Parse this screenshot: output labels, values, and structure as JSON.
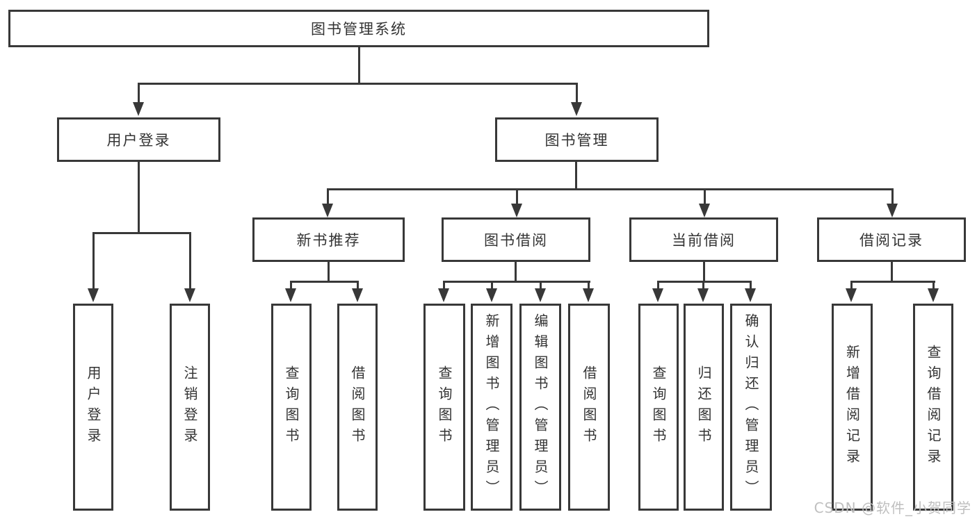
{
  "tree": {
    "label": "图书管理系统",
    "children": [
      {
        "label": "用户登录",
        "children": [
          {
            "label": "用户登录"
          },
          {
            "label": "注销登录"
          }
        ]
      },
      {
        "label": "图书管理",
        "children": [
          {
            "label": "新书推荐",
            "children": [
              {
                "label": "查询图书"
              },
              {
                "label": "借阅图书"
              }
            ]
          },
          {
            "label": "图书借阅",
            "children": [
              {
                "label": "查询图书"
              },
              {
                "label": "新增图书（管理员）"
              },
              {
                "label": "编辑图书（管理员）"
              },
              {
                "label": "借阅图书"
              }
            ]
          },
          {
            "label": "当前借阅",
            "children": [
              {
                "label": "查询图书"
              },
              {
                "label": "归还图书"
              },
              {
                "label": "确认归还（管理员）"
              }
            ]
          },
          {
            "label": "借阅记录",
            "children": [
              {
                "label": "新增借阅记录"
              },
              {
                "label": "查询借阅记录"
              }
            ]
          }
        ]
      }
    ]
  },
  "watermark": {
    "text": "CSDN @软件_小贺同学"
  },
  "colors": {
    "line": "#383838",
    "box_border": "#383838",
    "text": "#333333",
    "background": "#ffffff",
    "watermark": "#bfbfbf"
  }
}
